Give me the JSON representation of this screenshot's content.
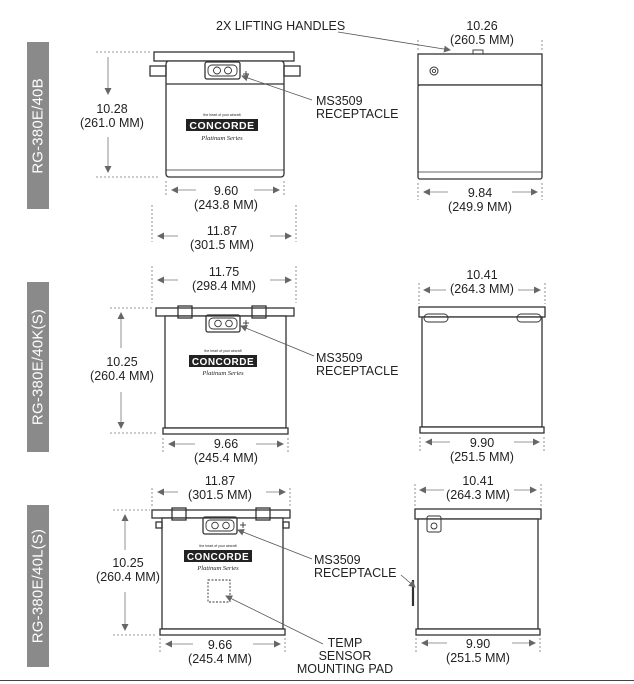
{
  "models": [
    {
      "name": "RG-380E/40B",
      "height": {
        "value": "10.28",
        "metric": "(261.0 MM)"
      },
      "base_width": {
        "value": "9.60",
        "metric": "(243.8 MM)"
      },
      "overall_width": {
        "value": "11.87",
        "metric": "(301.5 MM)"
      },
      "depth_top": {
        "value": "10.26",
        "metric": "(260.5 MM)"
      },
      "depth_bottom": {
        "value": "9.84",
        "metric": "(249.9 MM)"
      }
    },
    {
      "name": "RG-380E/40K(S)",
      "height": {
        "value": "10.25",
        "metric": "(260.4 MM)"
      },
      "top_width": {
        "value": "11.75",
        "metric": "(298.4 MM)"
      },
      "base_width": {
        "value": "9.66",
        "metric": "(245.4 MM)"
      },
      "depth_top": {
        "value": "10.41",
        "metric": "(264.3 MM)"
      },
      "depth_bottom": {
        "value": "9.90",
        "metric": "(251.5 MM)"
      }
    },
    {
      "name": "RG-380E/40L(S)",
      "height": {
        "value": "10.25",
        "metric": "(260.4 MM)"
      },
      "top_width": {
        "value": "11.87",
        "metric": "(301.5 MM)"
      },
      "base_width": {
        "value": "9.66",
        "metric": "(245.4 MM)"
      },
      "depth_top": {
        "value": "10.41",
        "metric": "(264.3 MM)"
      },
      "depth_bottom": {
        "value": "9.90",
        "metric": "(251.5 MM)"
      }
    }
  ],
  "callouts": {
    "lifting_handles": "2X LIFTING HANDLES",
    "receptacle_line1": "MS3509",
    "receptacle_line2": "RECEPTACLE",
    "temp_line1": "TEMP",
    "temp_line2": "SENSOR",
    "temp_line3": "MOUNTING PAD"
  },
  "logo": {
    "brand": "CONCORDE",
    "series": "Platinum Series",
    "tagline": "the heart of your aircraft"
  }
}
